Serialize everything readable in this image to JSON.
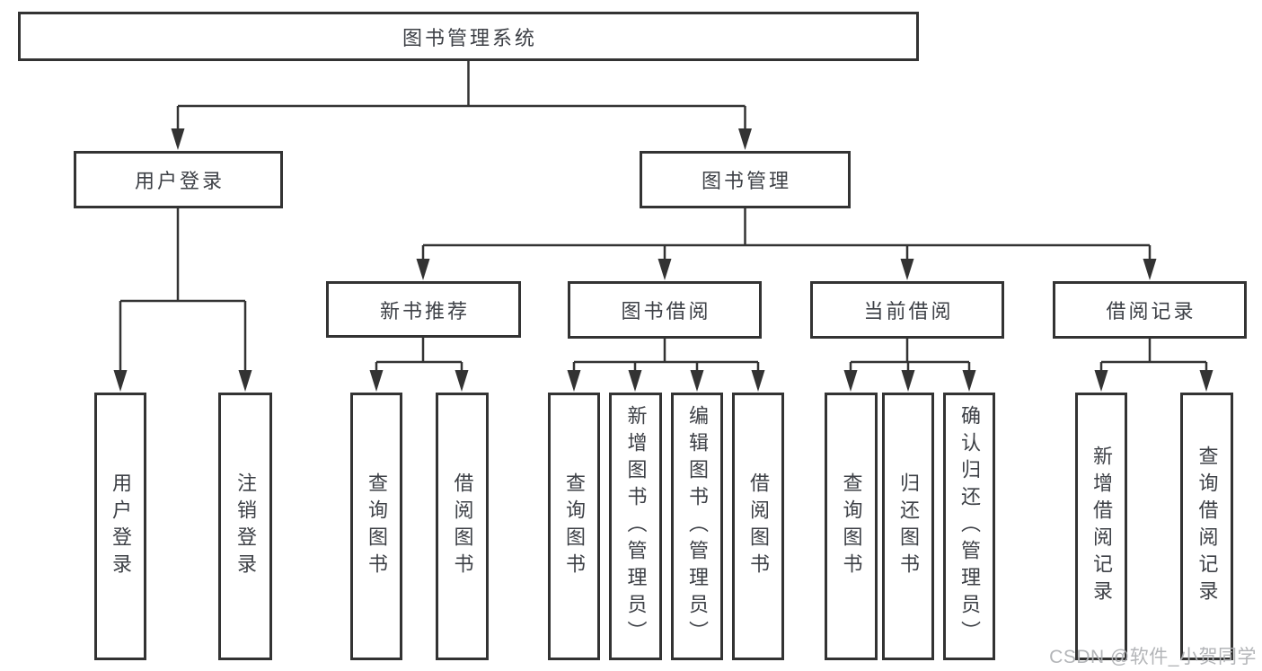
{
  "diagram": {
    "root": "图书管理系统",
    "user_login": {
      "label": "用户登录",
      "children": [
        "用户登录",
        "注销登录"
      ]
    },
    "book_management": {
      "label": "图书管理",
      "modules": [
        {
          "label": "新书推荐",
          "children": [
            "查询图书",
            "借阅图书"
          ]
        },
        {
          "label": "图书借阅",
          "children": [
            "查询图书",
            "新增图书（管理员）",
            "编辑图书（管理员）",
            "借阅图书"
          ]
        },
        {
          "label": "当前借阅",
          "children": [
            "查询图书",
            "归还图书",
            "确认归还（管理员）"
          ]
        },
        {
          "label": "借阅记录",
          "children": [
            "新增借阅记录",
            "查询借阅记录"
          ]
        }
      ]
    },
    "watermark": "CSDN @软件_小贺同学"
  },
  "colors": {
    "line": "#333333",
    "box_border": "#333333",
    "text": "#3d4046",
    "watermark": "#afb1b4",
    "background": "#ffffff"
  }
}
